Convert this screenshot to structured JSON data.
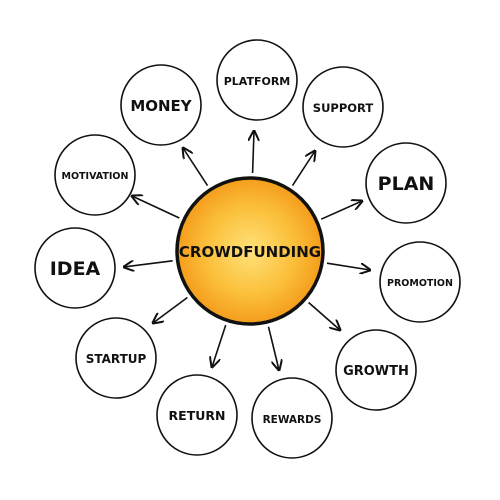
{
  "center": {
    "label": "CROWDFUNDING"
  },
  "nodes": [
    {
      "id": "money",
      "label": "MONEY"
    },
    {
      "id": "platform",
      "label": "PLATFORM"
    },
    {
      "id": "support",
      "label": "SUPPORT"
    },
    {
      "id": "plan",
      "label": "PLAN"
    },
    {
      "id": "promotion",
      "label": "PROMOTION"
    },
    {
      "id": "growth",
      "label": "GROWTH"
    },
    {
      "id": "rewards",
      "label": "REWARDS"
    },
    {
      "id": "return",
      "label": "RETURN"
    },
    {
      "id": "startup",
      "label": "STARTUP"
    },
    {
      "id": "idea",
      "label": "IDEA"
    },
    {
      "id": "motivation",
      "label": "MOTIVATION"
    }
  ],
  "colors": {
    "center_fill": "#f7a21b",
    "center_highlight": "#ffe27a",
    "stroke": "#111111",
    "background": "#ffffff"
  }
}
